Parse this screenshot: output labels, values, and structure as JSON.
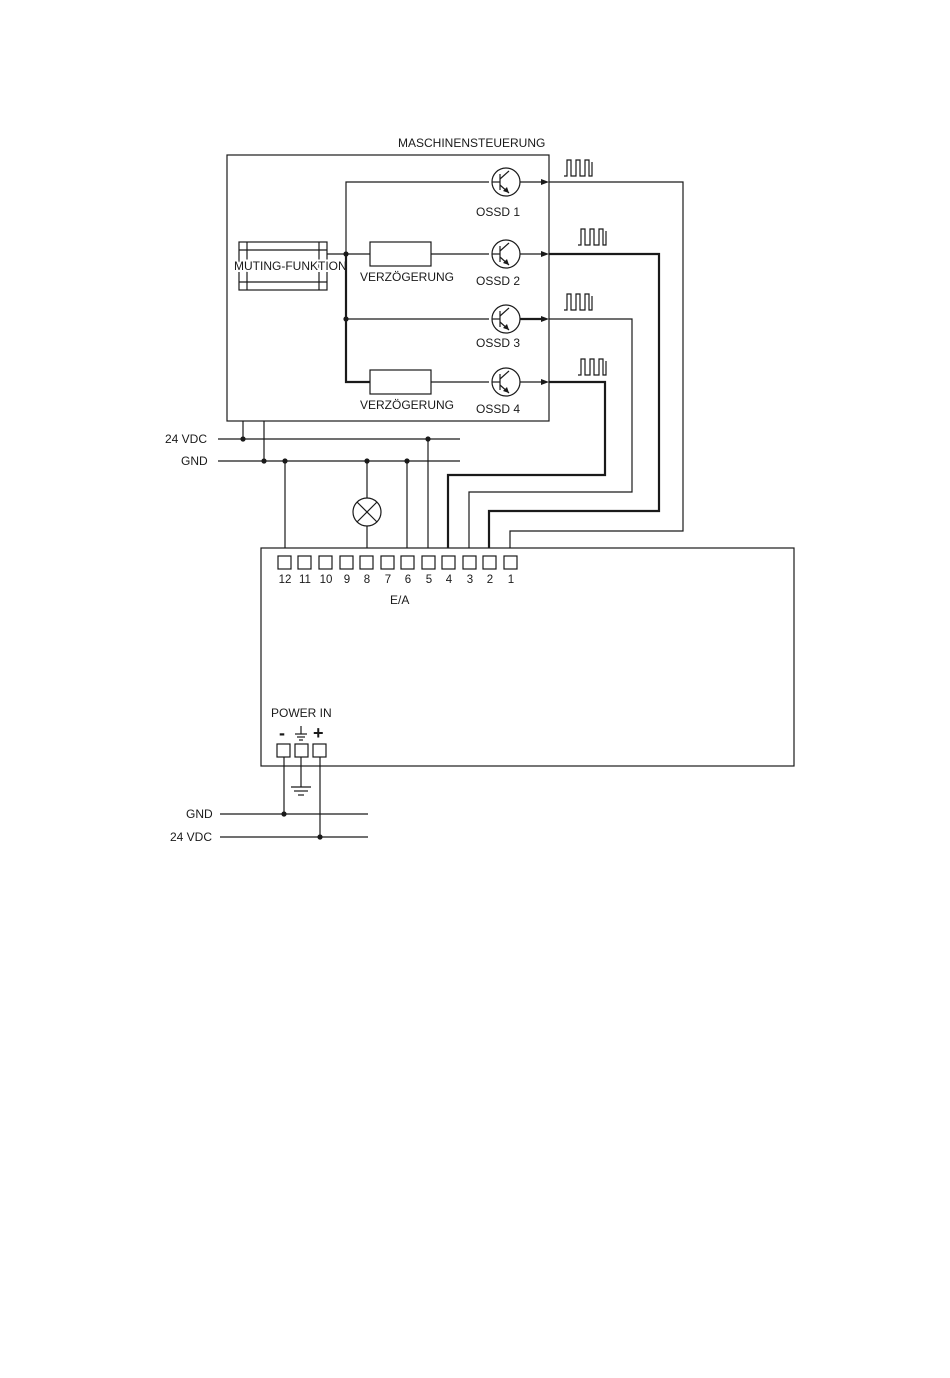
{
  "machine_control": {
    "title": "MASCHINENSTEUERUNG",
    "muting_label": "MUTING-FUNKTION",
    "delay_label_1": "VERZÖGERUNG",
    "delay_label_2": "VERZÖGERUNG",
    "ossd": [
      "OSSD 1",
      "OSSD 2",
      "OSSD 3",
      "OSSD 4"
    ]
  },
  "supply_top": {
    "vdc": "24 VDC",
    "gnd": "GND"
  },
  "io_module": {
    "terminal_numbers": [
      "12",
      "11",
      "10",
      "9",
      "8",
      "7",
      "6",
      "5",
      "4",
      "3",
      "2",
      "1"
    ],
    "io_label": "E/A",
    "power_label": "POWER IN",
    "power_minus": "-",
    "power_plus": "+"
  },
  "supply_bottom": {
    "gnd": "GND",
    "vdc": "24 VDC"
  },
  "icons": [
    "transistor-icon",
    "lamp-icon",
    "ground-icon",
    "pulse-signal-icon"
  ]
}
